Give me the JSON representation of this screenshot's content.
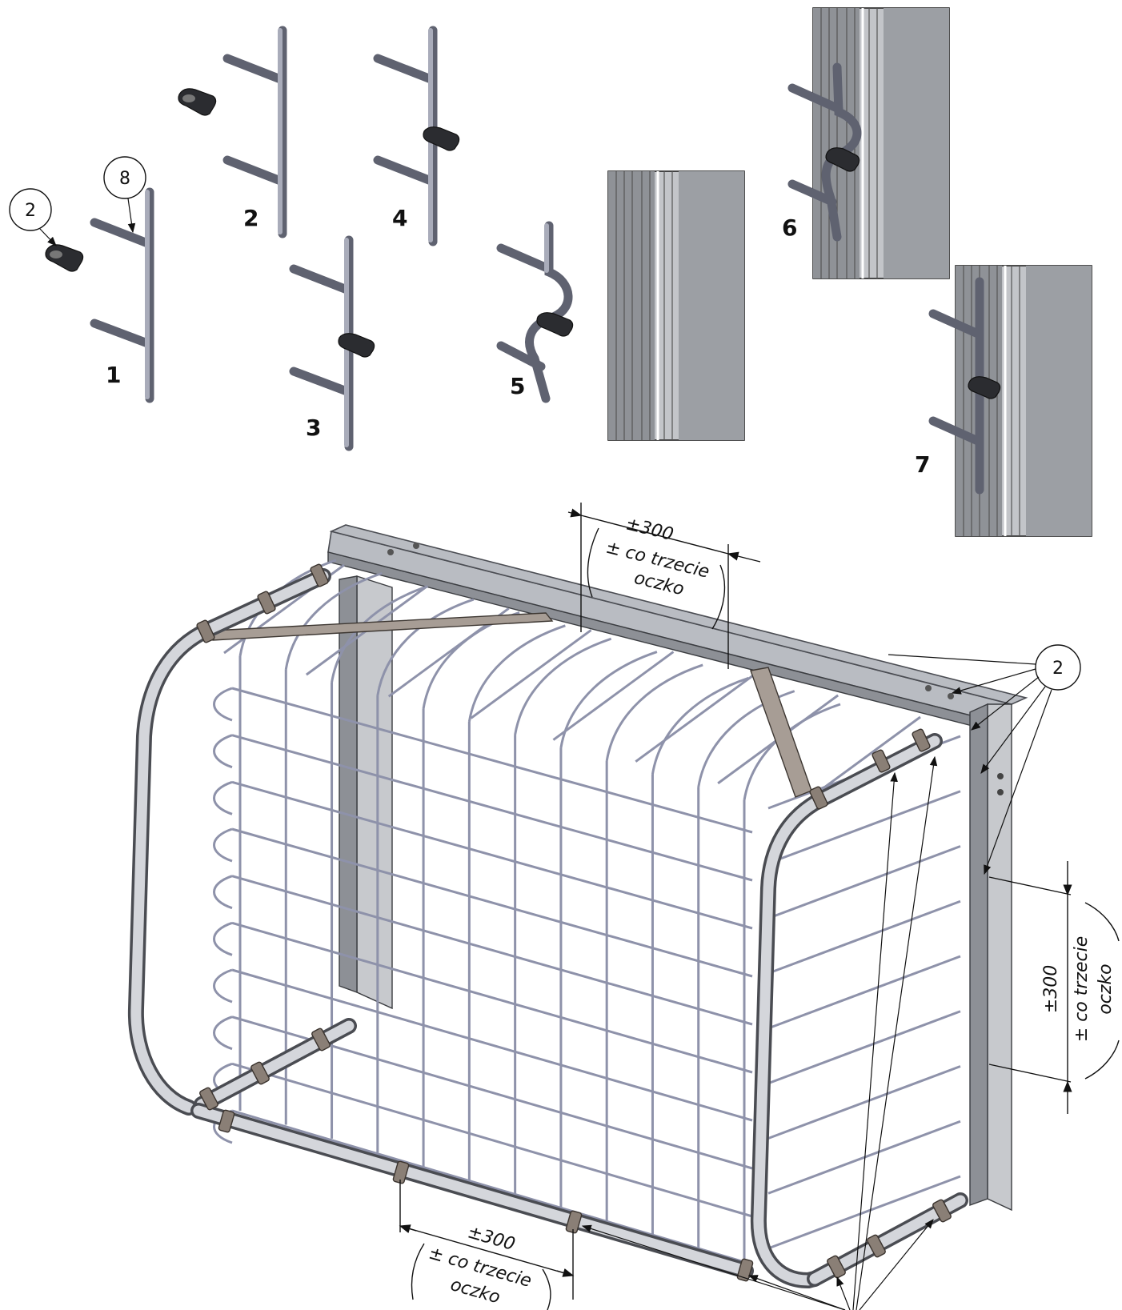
{
  "steps": [
    {
      "label": "1"
    },
    {
      "label": "2"
    },
    {
      "label": "3"
    },
    {
      "label": "4"
    },
    {
      "label": "5"
    },
    {
      "label": "6"
    },
    {
      "label": "7"
    }
  ],
  "callouts": {
    "clip_top": "2",
    "pin_top": "8",
    "clip_frame": "2"
  },
  "dimensions": {
    "top": {
      "value": "±300",
      "note_line1": "± co trzecie",
      "note_line2": "oczko"
    },
    "right": {
      "value": "±300",
      "note_line1": "± co trzecie",
      "note_line2": "oczko"
    },
    "bottom": {
      "value": "±300",
      "note_line1": "± co trzecie",
      "note_line2": "oczko"
    }
  },
  "colors": {
    "frame_steel": "#b9bcc2",
    "net_wire": "#8e92aa",
    "clip_black": "#2b2c30",
    "clamp_band": "#8a7f76"
  }
}
